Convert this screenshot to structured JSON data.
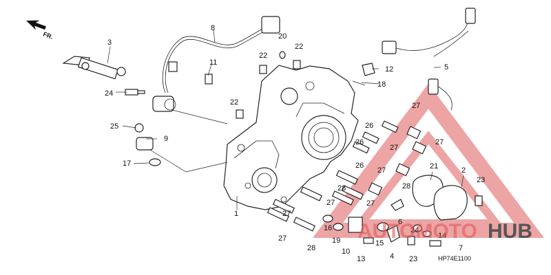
{
  "direction_label": "FR.",
  "diagram_code": "HP74E1100",
  "watermark": {
    "text_light": "AUTOMOTO",
    "text_dark": "HUB",
    "color": "#e05a5a",
    "dark_color": "#555555"
  },
  "callouts": [
    "1",
    "2",
    "3",
    "4",
    "5",
    "6",
    "7",
    "8",
    "9",
    "10",
    "11",
    "12",
    "13",
    "14",
    "15",
    "16",
    "17",
    "18",
    "19",
    "20",
    "21",
    "22",
    "22",
    "22",
    "23",
    "23",
    "24",
    "24",
    "25",
    "26",
    "26",
    "26",
    "27",
    "27",
    "27",
    "27",
    "27",
    "27",
    "27",
    "27",
    "28",
    "28",
    "28"
  ],
  "icons": {
    "direction": "forward-arrow-icon",
    "crankcase": "crankcase-cover-part",
    "harness": "wire-harness-part"
  }
}
